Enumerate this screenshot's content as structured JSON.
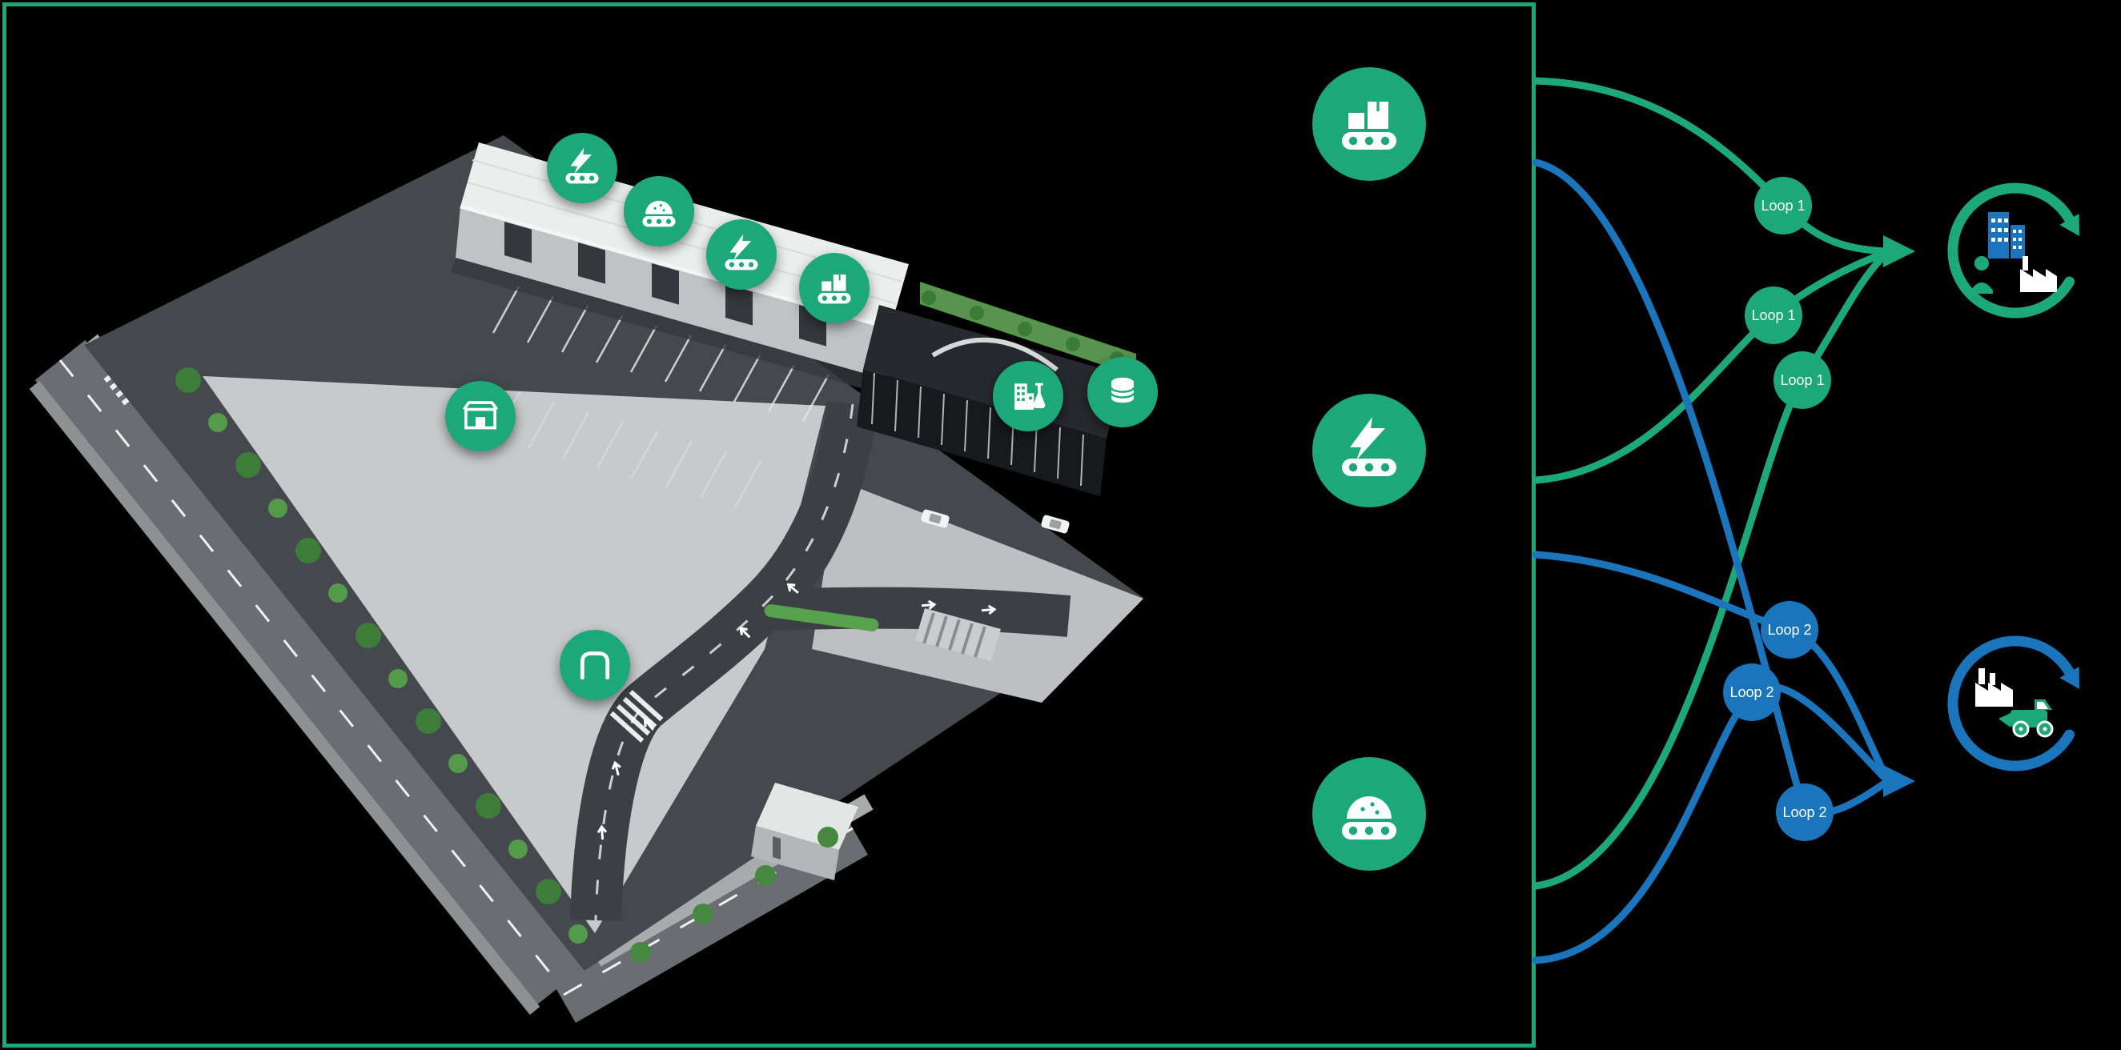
{
  "palette": {
    "green": "#1CA878",
    "blue": "#1B75BC",
    "background": "#000000",
    "panel_border": "#1CA878",
    "white": "#FFFFFF"
  },
  "facility": {
    "description": "isometric-3d-facility-render",
    "markers": [
      {
        "id": "marker-energy-conveyor-1",
        "icon": "conveyor-energy-icon"
      },
      {
        "id": "marker-bulk-conveyor-1",
        "icon": "conveyor-bulk-icon"
      },
      {
        "id": "marker-energy-conveyor-2",
        "icon": "conveyor-energy-icon"
      },
      {
        "id": "marker-product-conveyor",
        "icon": "conveyor-products-icon"
      },
      {
        "id": "marker-storage",
        "icon": "storage-box-icon"
      },
      {
        "id": "marker-lab-building",
        "icon": "lab-building-icon"
      },
      {
        "id": "marker-database",
        "icon": "database-icon"
      },
      {
        "id": "marker-gate",
        "icon": "gate-icon"
      }
    ]
  },
  "legend": {
    "items": [
      {
        "icon": "conveyor-products-icon"
      },
      {
        "icon": "conveyor-energy-icon"
      },
      {
        "icon": "conveyor-bulk-icon"
      }
    ]
  },
  "flow": {
    "loop1": {
      "color": "#1CA878",
      "nodes": [
        "Loop 1",
        "Loop 1",
        "Loop 1"
      ]
    },
    "loop2": {
      "color": "#1B75BC",
      "nodes": [
        "Loop 2",
        "Loop 2",
        "Loop 2"
      ]
    },
    "connections": [
      {
        "from": "conveyor-products",
        "loop": "Loop 1",
        "color": "green"
      },
      {
        "from": "conveyor-products",
        "loop": "Loop 2",
        "color": "blue"
      },
      {
        "from": "conveyor-energy",
        "loop": "Loop 1",
        "color": "green"
      },
      {
        "from": "conveyor-energy",
        "loop": "Loop 2",
        "color": "blue"
      },
      {
        "from": "conveyor-bulk",
        "loop": "Loop 1",
        "color": "green"
      },
      {
        "from": "conveyor-bulk",
        "loop": "Loop 2",
        "color": "blue"
      }
    ],
    "destinations": [
      {
        "icon": "community-loop-icon",
        "receives": "Loop 1"
      },
      {
        "icon": "industry-loop-icon",
        "receives": "Loop 2"
      }
    ]
  }
}
